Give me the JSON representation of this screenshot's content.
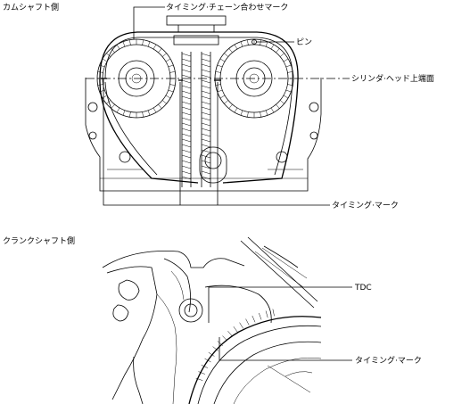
{
  "top_section": {
    "title": "カムシャフト側",
    "labels": {
      "chain_mark": "タイミング·チェーン合わせマーク",
      "pin": "ピン",
      "head_surface": "シリンダ·ヘッド上端面",
      "timing_mark": "タイミング·マーク"
    }
  },
  "bottom_section": {
    "title": "クランクシャフト側",
    "labels": {
      "tdc": "TDC",
      "timing_mark": "タイミング·マーク"
    }
  }
}
